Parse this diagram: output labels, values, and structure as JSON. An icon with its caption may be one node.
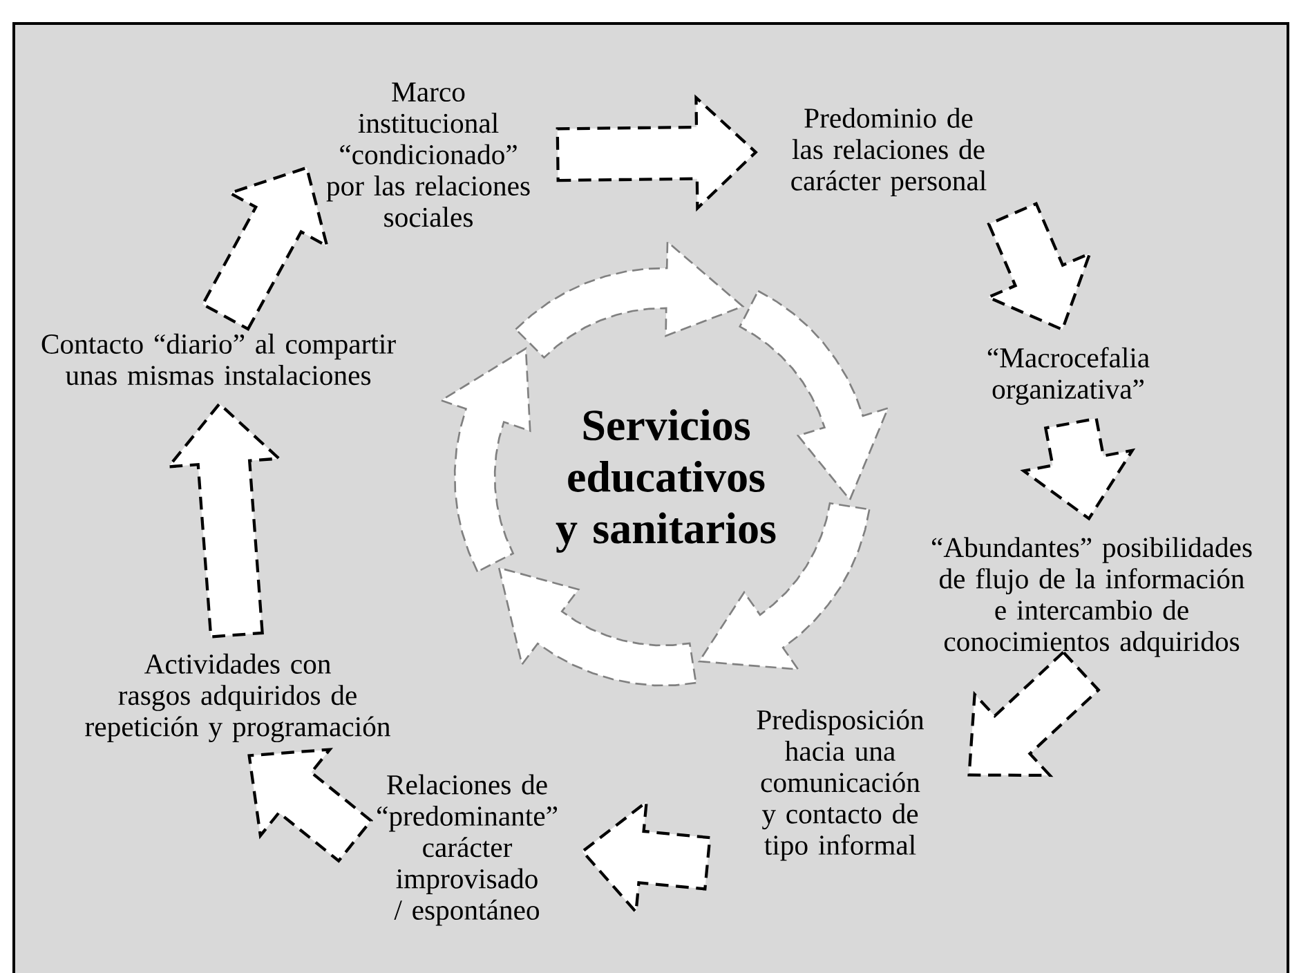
{
  "diagram": {
    "nodes": [
      {
        "text": [
          "Marco institucional “condicionado” por las relaciones sociales"
        ]
      },
      {
        "text": [
          "Predominio de las relaciones de carácter personal"
        ]
      },
      {
        "text": [
          "“Macrocefalia organizativa”"
        ]
      },
      {
        "text": [
          "“Abundantes” posibilidades de flujo de la información e intercambio de conocimientos adquiridos"
        ]
      },
      {
        "text": [
          "Predisposición hacia una comunicación y contacto de tipo informal"
        ]
      },
      {
        "text": [
          "Relaciones de “predominante” carácter improvisado / espontáneo"
        ]
      },
      {
        "text": [
          "Actividades con rasgos adquiridos de repetición y programación"
        ]
      },
      {
        "text": [
          "Contacto “diario” al compartir unas mismas instalaciones"
        ]
      },
      {
        "text": [
          "Servicios educativos y sanitarios"
        ]
      }
    ],
    "edges": [
      {
        "from": 0,
        "to": 1,
        "arrow": "to",
        "style": "dashed"
      },
      {
        "from": 1,
        "to": 2,
        "arrow": "to",
        "style": "dashed"
      },
      {
        "from": 2,
        "to": 3,
        "arrow": "to",
        "style": "dashed"
      },
      {
        "from": 3,
        "to": 4,
        "arrow": "to",
        "style": "dashed"
      },
      {
        "from": 4,
        "to": 5,
        "arrow": "to",
        "style": "dashed"
      },
      {
        "from": 5,
        "to": 6,
        "arrow": "to",
        "style": "dashed"
      },
      {
        "from": 6,
        "to": 7,
        "arrow": "to",
        "style": "dashed"
      },
      {
        "from": 7,
        "to": 0,
        "arrow": "to",
        "style": "dashed"
      }
    ]
  }
}
